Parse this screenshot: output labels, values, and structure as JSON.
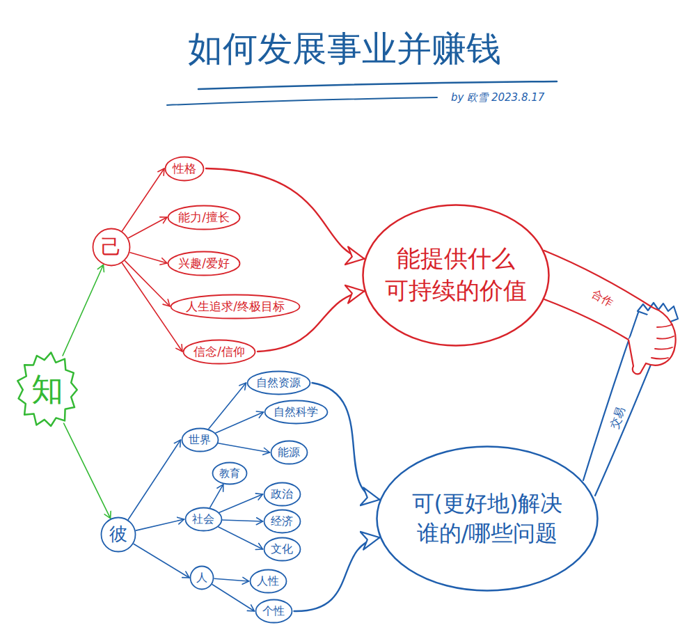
{
  "diagram": {
    "title": "如何发展事业并赚钱",
    "nodes": [
      {
        "text": [
          "知"
        ]
      },
      {
        "text": [
          "己"
        ]
      },
      {
        "text": [
          "性格"
        ]
      },
      {
        "text": [
          "能力/擅长"
        ]
      },
      {
        "text": [
          "兴趣/爱好"
        ]
      },
      {
        "text": [
          "人生追求/终极目标"
        ]
      },
      {
        "text": [
          "信念/信仰"
        ]
      },
      {
        "text": [
          "能提供什么 可持续的价值"
        ]
      },
      {
        "text": [
          "彼"
        ]
      },
      {
        "text": [
          "世界"
        ]
      },
      {
        "text": [
          "自然资源"
        ]
      },
      {
        "text": [
          "自然科学"
        ]
      },
      {
        "text": [
          "能源"
        ]
      },
      {
        "text": [
          "教育"
        ]
      },
      {
        "text": [
          "社会"
        ]
      },
      {
        "text": [
          "政治"
        ]
      },
      {
        "text": [
          "经济"
        ]
      },
      {
        "text": [
          "文化"
        ]
      },
      {
        "text": [
          "人"
        ]
      },
      {
        "text": [
          "人性"
        ]
      },
      {
        "text": [
          "个性"
        ]
      },
      {
        "text": [
          "可(更好地)解决 谁的/哪些问题"
        ]
      }
    ],
    "edges": [
      {
        "from": 0,
        "to": 1,
        "arrow": "to"
      },
      {
        "from": 0,
        "to": 8,
        "arrow": "to"
      },
      {
        "from": 1,
        "to": 2,
        "arrow": "to"
      },
      {
        "from": 1,
        "to": 3,
        "arrow": "to"
      },
      {
        "from": 1,
        "to": 4,
        "arrow": "to"
      },
      {
        "from": 1,
        "to": 5,
        "arrow": "to"
      },
      {
        "from": 1,
        "to": 6,
        "arrow": "to"
      },
      {
        "from": 2,
        "to": 7,
        "arrow": "to"
      },
      {
        "from": 6,
        "to": 7,
        "arrow": "to"
      },
      {
        "from": 8,
        "to": 9,
        "arrow": "to"
      },
      {
        "from": 8,
        "to": 14,
        "arrow": "to"
      },
      {
        "from": 8,
        "to": 18,
        "arrow": "to"
      },
      {
        "from": 9,
        "to": 10,
        "arrow": "to"
      },
      {
        "from": 9,
        "to": 11,
        "arrow": "to"
      },
      {
        "from": 9,
        "to": 12,
        "arrow": "to"
      },
      {
        "from": 14,
        "to": 13,
        "arrow": "to"
      },
      {
        "from": 14,
        "to": 15,
        "arrow": "to"
      },
      {
        "from": 14,
        "to": 16,
        "arrow": "to"
      },
      {
        "from": 14,
        "to": 17,
        "arrow": "to"
      },
      {
        "from": 18,
        "to": 19,
        "arrow": "to"
      },
      {
        "from": 18,
        "to": 20,
        "arrow": "to"
      },
      {
        "from": 10,
        "to": 21,
        "arrow": "to"
      },
      {
        "from": 20,
        "to": 21,
        "arrow": "to"
      }
    ],
    "labels": [
      "by 欧雪 2023.8.17",
      "合作",
      "交易"
    ]
  }
}
